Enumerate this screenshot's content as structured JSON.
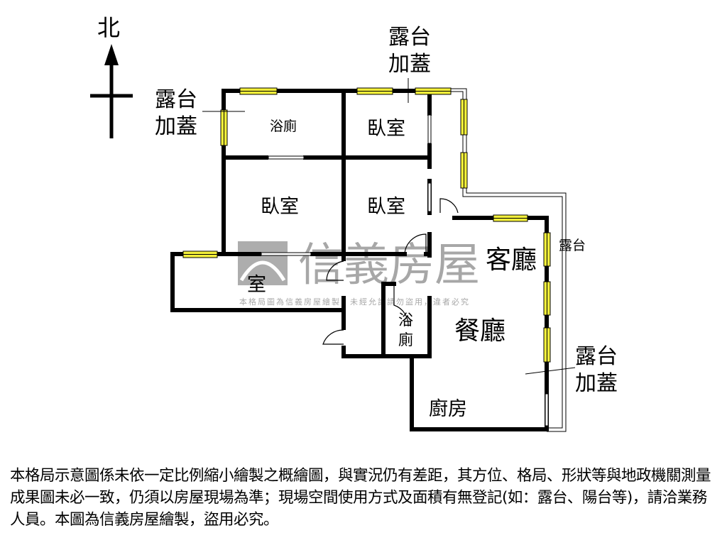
{
  "compass": {
    "north": "北"
  },
  "rooms": {
    "bath_top": "浴廁",
    "bedroom_top": "臥室",
    "bedroom_left": "臥室",
    "bedroom_mid": "臥室",
    "room_bottom_left": "室",
    "bath_mid_1": "浴",
    "bath_mid_2": "廁",
    "living": "客廳",
    "dining": "餐廳",
    "kitchen": "廚房"
  },
  "balconies": {
    "top_left_1": "露台",
    "top_left_2": "加蓋",
    "top_1": "露台",
    "top_2": "加蓋",
    "right": "露台",
    "right_lower_1": "露台",
    "right_lower_2": "加蓋"
  },
  "watermark": {
    "brand": "信義房屋",
    "notice": "本格局圖為信義房屋繪製，未經允許請勿盜用，違者必究"
  },
  "colors": {
    "wall": "#000000",
    "window": "#f3ef3a",
    "watermark": "#8a8a8a"
  },
  "disclaimer": "本格局示意圖係未依一定比例縮小繪製之概繪圖，與實況仍有差距，其方位、格局、形狀等與地政機關測量成果圖未必一致，仍須以房屋現場為準；現場空間使用方式及面積有無登記(如：露台、陽台等)，請洽業務人員。本圖為信義房屋繪製，盜用必究。"
}
